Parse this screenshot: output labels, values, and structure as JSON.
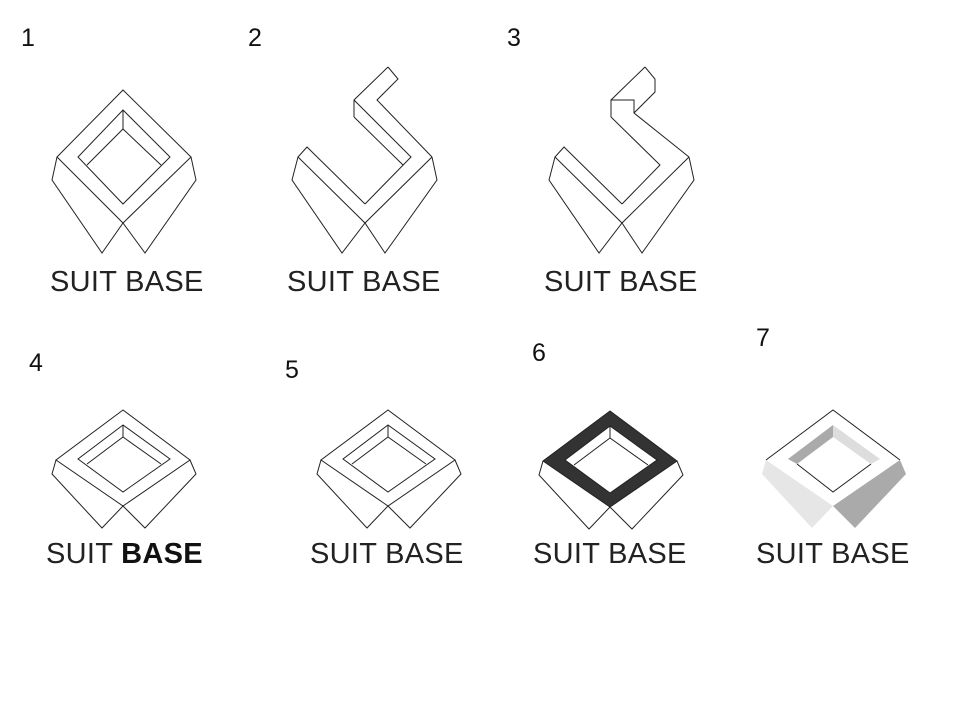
{
  "variants": [
    {
      "number": "1",
      "label": "SUIT BASE"
    },
    {
      "number": "2",
      "label": "SUIT BASE"
    },
    {
      "number": "3",
      "label": "SUIT BASE"
    },
    {
      "number": "4",
      "label_regular": "SUIT ",
      "label_bold": "BASE"
    },
    {
      "number": "5",
      "label": "SUIT BASE"
    },
    {
      "number": "6",
      "label": "SUIT BASE"
    },
    {
      "number": "7",
      "label": "SUIT BASE"
    }
  ],
  "colors": {
    "line": "#222222",
    "dark_fill": "#333333",
    "light_gray": "#e6e6e6",
    "mid_gray": "#aaaaaa"
  }
}
